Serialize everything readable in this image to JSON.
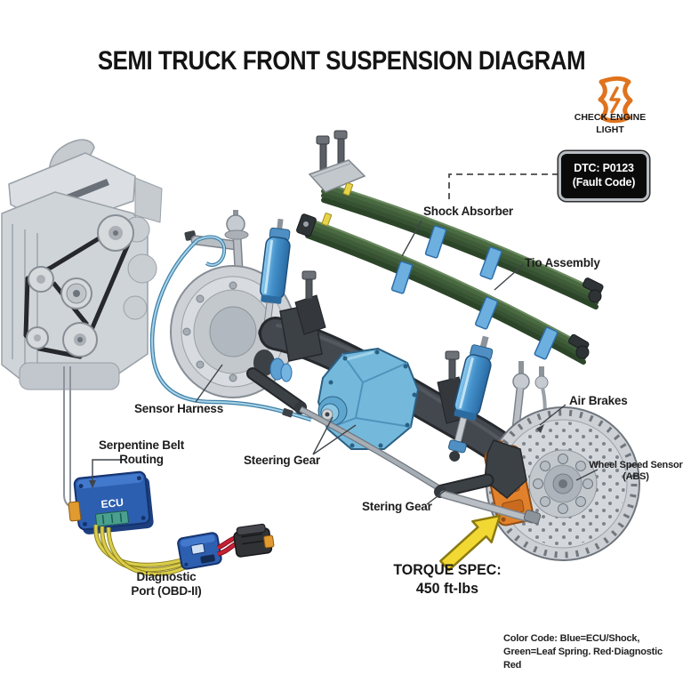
{
  "title": "SEMI TRUCK FRONT SUSPENSION DIAGRAM",
  "check_engine": {
    "icon": "check-engine-icon",
    "label_line1": "CHECK ENGINE",
    "label_line2": "LIGHT"
  },
  "dtc": {
    "line1": "DTC: P0123",
    "line2": "(Fault Code)"
  },
  "labels": {
    "shock_absorber": "Shock Absorber",
    "tio_assembly": "Tio Assembly",
    "sensor_harness": "Sensor Harness",
    "serpentine_line1": "Serpentine Belt",
    "serpentine_line2": "Routing",
    "steering_gear": "Steering Gear",
    "stering_gear": "Stering Gear",
    "air_brakes": "Air Brakes",
    "wss_line1": "Wheel Speed Sensor",
    "wss_line2": "(ABS)",
    "diag_line1": "Diagnostic",
    "diag_line2": "Port (OBD-II)",
    "torque_line1": "TORQUE SPEC:",
    "torque_line2": "450 ft-lbs",
    "ecu": "ECU"
  },
  "footer": {
    "line1": "Color Code: Blue=ECU/Shock,",
    "line2": "Green=Leaf Spring. Red·Diagnostic Red"
  },
  "colors": {
    "accent_orange": "#e0731d",
    "caliper_orange": "#e2812c",
    "shock_blue": "#4592cc",
    "ecu_blue": "#2d5fb0",
    "leaf_green": "#41603c",
    "clamp_blue": "#6db0e0",
    "wire_yellow": "#dbce49",
    "wire_red": "#c62133",
    "arrow_yellow": "#f2d832",
    "metal_gray": "#ced2d7",
    "axle_charcoal": "#43484e"
  }
}
